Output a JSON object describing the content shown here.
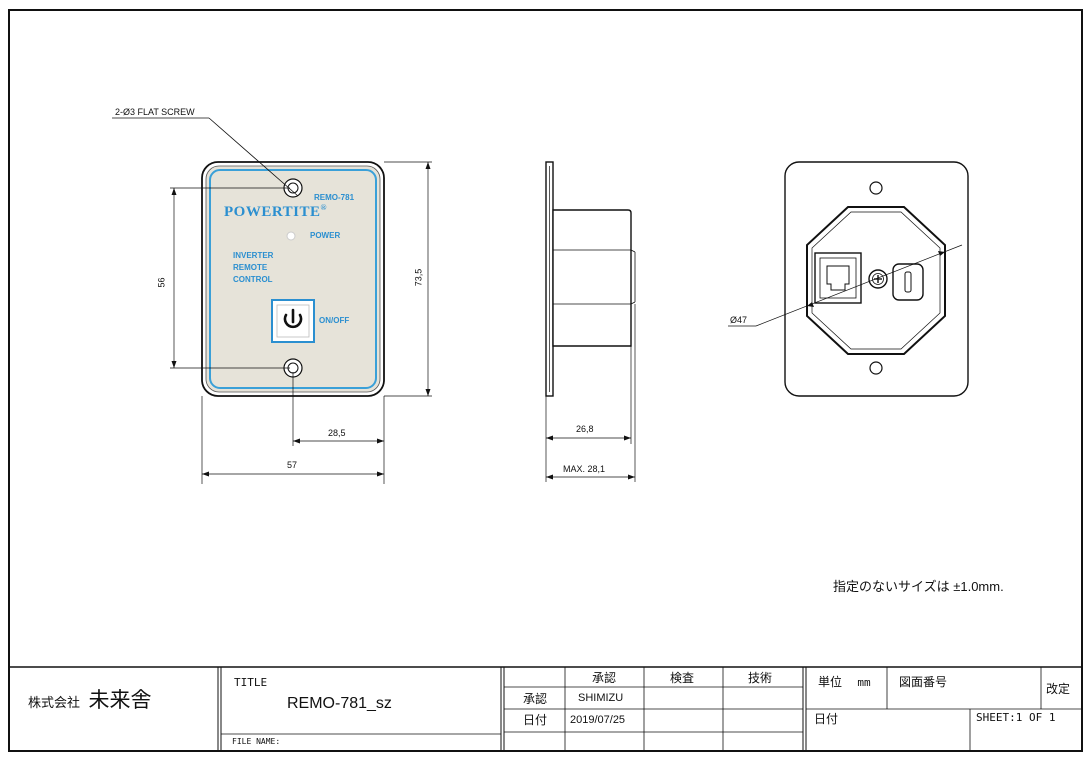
{
  "drawing": {
    "front_view": {
      "screw_label": "2-Ø3 FLAT SCREW",
      "model_label": "REMO-781",
      "brand": "POWERTITE",
      "brand_mark": "®",
      "power_label": "POWER",
      "product_lines": [
        "INVERTER",
        "REMOTE",
        "CONTROL"
      ],
      "onoff_label": "ON/OFF",
      "dim_height_holes": "56",
      "dim_height_total": "73,5",
      "dim_half_width": "28,5",
      "dim_width": "57"
    },
    "side_view": {
      "dim_depth": "26,8",
      "dim_max_depth": "MAX. 28,1"
    },
    "rear_view": {
      "dim_diameter": "Ø47"
    },
    "tolerance_note": "指定のないサイズは ±1.0mm."
  },
  "title_block": {
    "company_prefix": "株式会社",
    "company_name": "未来舎",
    "title_label": "TITLE",
    "title_value": "REMO-781_sz",
    "file_name_label": "FILE NAME:",
    "approval_headers": [
      "承認",
      "検査",
      "技術"
    ],
    "row_approve_label": "承認",
    "row_approve_value": "SHIMIZU",
    "row_date_label": "日付",
    "row_date_value": "2019/07/25",
    "unit_label": "単位",
    "unit_value": "mm",
    "drawing_no_label": "図面番号",
    "revision_label": "改定",
    "date_label": "日付",
    "sheet_value": "SHEET:1 OF 1"
  },
  "colors": {
    "line": "#111111",
    "panel_face": "#e6e3d9",
    "panel_border": "#3aa0d8",
    "brand_blue": "#2b8fd0"
  }
}
